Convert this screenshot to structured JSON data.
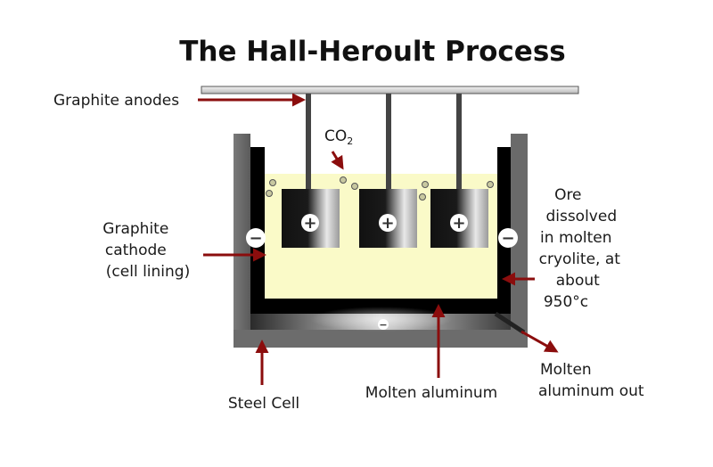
{
  "title": "The Hall-Heroult Process",
  "labels": {
    "graphite_anodes": "Graphite anodes",
    "co2_main": "CO",
    "co2_sub": "2",
    "graphite_cathode": [
      "Graphite",
      "cathode",
      "(cell lining)"
    ],
    "ore_dissolved": [
      "Ore",
      "dissolved",
      "in molten",
      "cryolite, at",
      "about",
      "950°c"
    ],
    "steel_cell": "Steel Cell",
    "molten_aluminum": "Molten aluminum",
    "molten_aluminum_out": [
      "Molten",
      "aluminum out"
    ]
  },
  "symbols": {
    "anode": "+",
    "cathode": "−"
  },
  "colors": {
    "arrow": "#8b0d0d",
    "electrolyte": "#fafac8",
    "steel": "#6f6f6f",
    "lining": "#000000",
    "molten_aluminum": "#5a5a5a"
  }
}
